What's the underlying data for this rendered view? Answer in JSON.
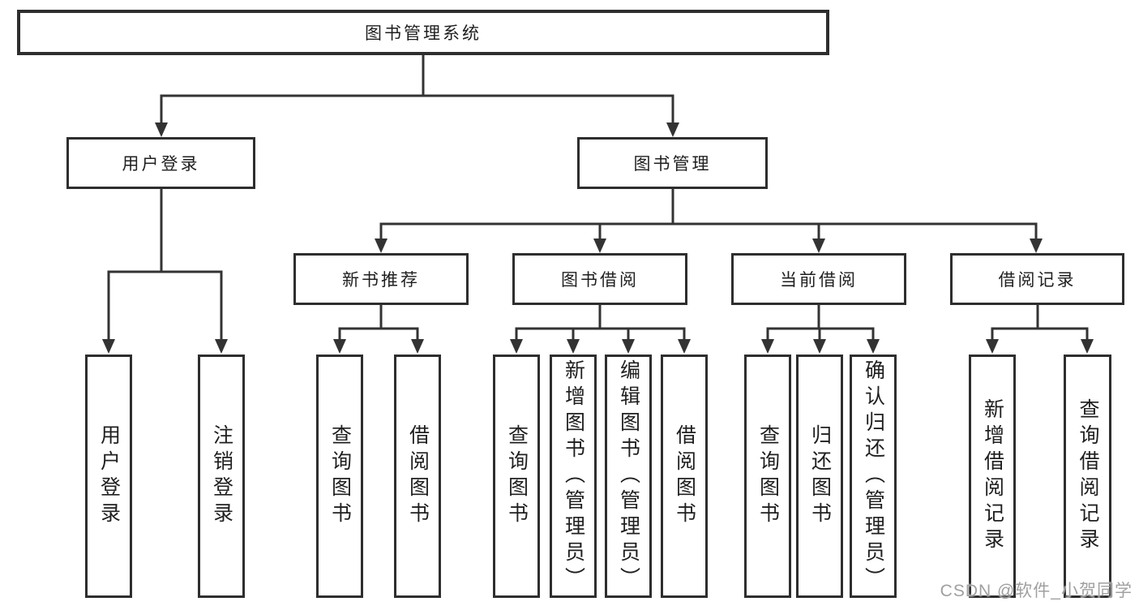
{
  "colors": {
    "line": "#333333",
    "border": "#2e2e2e",
    "text": "#1f1f1f",
    "watermark": "#a0a0a0",
    "background": "#ffffff"
  },
  "watermark": {
    "text": "CSDN @软件_小贺同学"
  },
  "diagram": {
    "title": "图书管理系统",
    "branches": [
      {
        "label": "用户登录",
        "children": [
          "用户登录",
          "注销登录"
        ]
      },
      {
        "label": "图书管理",
        "children": [
          {
            "label": "新书推荐",
            "children": [
              "查询图书",
              "借阅图书"
            ]
          },
          {
            "label": "图书借阅",
            "children": [
              "查询图书",
              "新增图书（管理员）",
              "编辑图书（管理员）",
              "借阅图书"
            ]
          },
          {
            "label": "当前借阅",
            "children": [
              "查询图书",
              "归还图书",
              "确认归还（管理员）"
            ]
          },
          {
            "label": "借阅记录",
            "children": [
              "新增借阅记录",
              "查询借阅记录"
            ]
          }
        ]
      }
    ]
  }
}
